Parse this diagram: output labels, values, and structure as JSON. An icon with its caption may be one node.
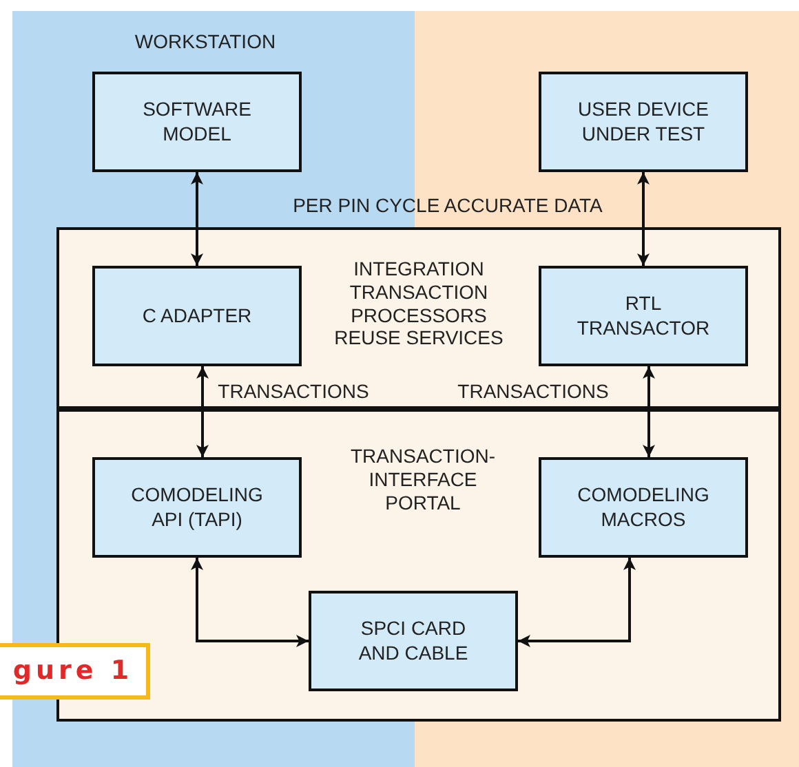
{
  "diagram": {
    "nodes": [
      {
        "text": [
          "WORKSTATION"
        ]
      },
      {
        "text": [],
        "shape": "box"
      },
      {
        "text": [
          "SOFTWARE MODEL"
        ],
        "in": 0
      },
      {
        "text": [
          "USER DEVICE UNDER TEST"
        ],
        "in": 1
      },
      {
        "text": [
          "C ADAPTER"
        ],
        "in": 0
      },
      {
        "text": [
          "RTL TRANSACTOR"
        ],
        "in": 1
      },
      {
        "text": [
          "COMODELING API (TAPI)"
        ],
        "in": 0
      },
      {
        "text": [
          "COMODELING MACROS"
        ],
        "in": 1
      },
      {
        "text": [
          "SPCI CARD AND CABLE"
        ]
      }
    ],
    "edges": [
      {
        "from": 2,
        "to": 4,
        "arrow": "both"
      },
      {
        "from": 3,
        "to": 5,
        "arrow": "both"
      },
      {
        "from": 4,
        "to": 6,
        "arrow": "both"
      },
      {
        "from": 5,
        "to": 7,
        "arrow": "both"
      },
      {
        "from": 6,
        "to": 8,
        "arrow": "both"
      },
      {
        "from": 7,
        "to": 8,
        "arrow": "both"
      }
    ],
    "labels": [
      "PER PIN CYCLE ACCURATE DATA",
      "INTEGRATION TRANSACTION PROCESSORS REUSE SERVICES",
      "TRANSACTIONS",
      "TRANSACTIONS",
      "TRANSACTION-INTERFACE PORTAL",
      "gure 1"
    ]
  }
}
